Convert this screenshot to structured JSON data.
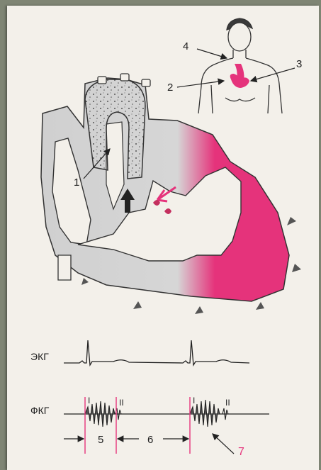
{
  "figure": {
    "callouts": [
      "1",
      "2",
      "3",
      "4"
    ],
    "traces": {
      "ecg_label": "ЭКГ",
      "pcg_label": "ФКГ",
      "tone_first": "I",
      "tone_second": "II",
      "interval_systole": "5",
      "interval_diastole": "6",
      "marker_label": "7"
    }
  },
  "colors": {
    "page": "#f3f0ea",
    "margin": "#7f8574",
    "accent": "#e5337b",
    "outline": "#333333",
    "grey_fill": "#c9c9c9"
  }
}
